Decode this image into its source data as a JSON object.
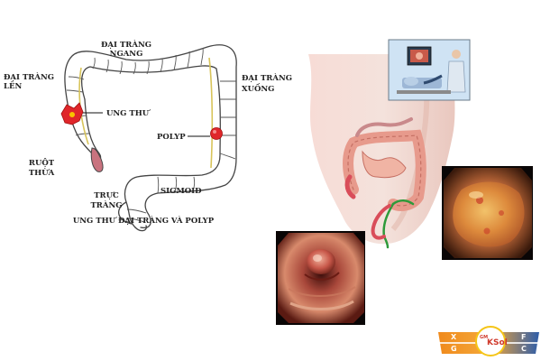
{
  "diagram": {
    "labels": {
      "transverse": [
        "ĐẠI TRÀNG",
        "NGANG"
      ],
      "ascending": [
        "ĐẠI TRÀNG",
        "LÊN"
      ],
      "descending": [
        "ĐẠI TRÀNG",
        "XUỐNG"
      ],
      "cancer": "UNG THƯ",
      "appendix": [
        "RUỘT",
        "THỪA"
      ],
      "polyp": "POLYP",
      "rectum": [
        "TRỰC",
        "TRÀNG"
      ],
      "sigmoid": "SIGMOID"
    },
    "caption": "UNG THƯ ĐẠI TRÀNG VÀ POLYP"
  },
  "logo": {
    "corner_letters": [
      "X",
      "F",
      "G",
      "C"
    ],
    "brand_small": "GM",
    "brand": "KSol"
  },
  "colors": {
    "outline": "#444444",
    "mucosa_pink": "#e89a8f",
    "tumor_red": "#e0262a",
    "skin": "#f3d6cf",
    "logo_orange": "#f08a1c",
    "logo_blue": "#2f5da8"
  }
}
